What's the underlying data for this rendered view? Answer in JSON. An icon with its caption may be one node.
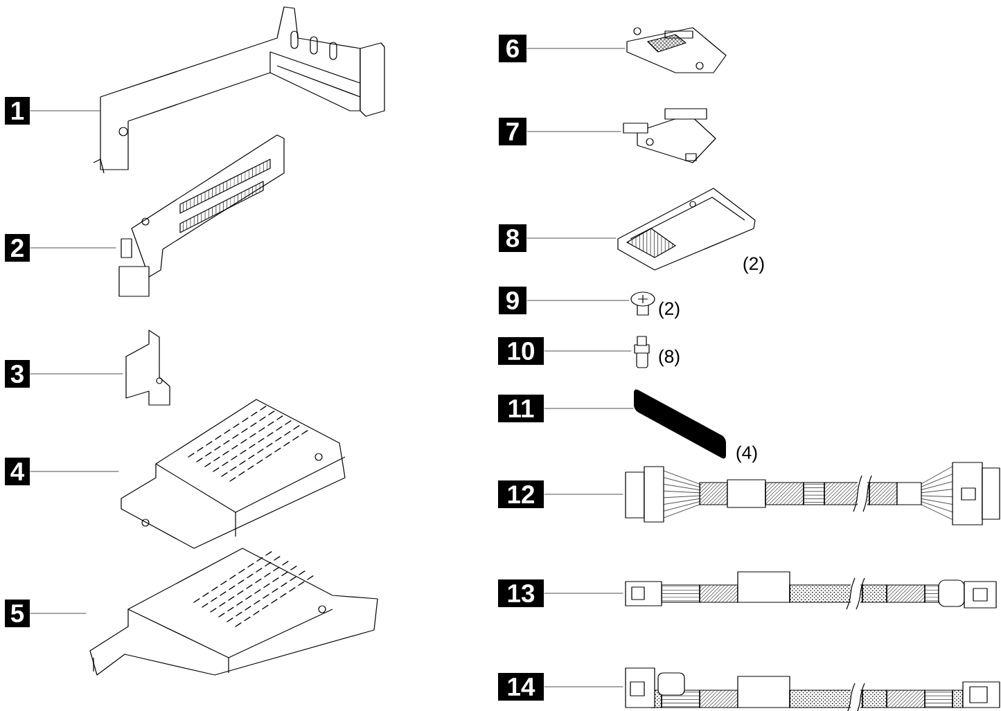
{
  "diagram": {
    "nodes": [
      {
        "text": [
          "1"
        ]
      },
      {
        "text": [
          "2"
        ]
      },
      {
        "text": [
          "3"
        ]
      },
      {
        "text": [
          "4"
        ]
      },
      {
        "text": [
          "5"
        ]
      },
      {
        "text": [
          "6"
        ]
      },
      {
        "text": [
          "7"
        ]
      },
      {
        "text": [
          "8"
        ]
      },
      {
        "text": [
          "9"
        ]
      },
      {
        "text": [
          "10"
        ]
      },
      {
        "text": [
          "11"
        ]
      },
      {
        "text": [
          "12"
        ]
      },
      {
        "text": [
          "13"
        ]
      },
      {
        "text": [
          "14"
        ]
      },
      {
        "text": [],
        "shape": "picture"
      },
      {
        "text": [],
        "shape": "picture"
      },
      {
        "text": [],
        "shape": "picture"
      },
      {
        "text": [],
        "shape": "picture"
      },
      {
        "text": [],
        "shape": "picture"
      },
      {
        "text": [],
        "shape": "picture"
      },
      {
        "text": [],
        "shape": "picture"
      },
      {
        "text": [],
        "shape": "picture",
        "beside": [
          "(2)"
        ]
      },
      {
        "text": [],
        "shape": "picture",
        "beside": [
          "(2)"
        ]
      },
      {
        "text": [],
        "shape": "picture",
        "beside": [
          "(8)"
        ]
      },
      {
        "text": [],
        "shape": "picture",
        "beside": [
          "(4)"
        ]
      },
      {
        "text": [],
        "shape": "picture"
      },
      {
        "text": [],
        "shape": "picture"
      },
      {
        "text": [],
        "shape": "picture"
      }
    ],
    "edges": [
      {
        "from": 0,
        "to": 14,
        "arrow": "none"
      },
      {
        "from": 1,
        "to": 15,
        "arrow": "none"
      },
      {
        "from": 2,
        "to": 16,
        "arrow": "none"
      },
      {
        "from": 3,
        "to": 17,
        "arrow": "none"
      },
      {
        "from": 4,
        "to": 18,
        "arrow": "none"
      },
      {
        "from": 5,
        "to": 19,
        "arrow": "none"
      },
      {
        "from": 6,
        "to": 20,
        "arrow": "none"
      },
      {
        "from": 7,
        "to": 21,
        "arrow": "none"
      },
      {
        "from": 8,
        "to": 22,
        "arrow": "none"
      },
      {
        "from": 9,
        "to": 23,
        "arrow": "none"
      },
      {
        "from": 10,
        "to": 24,
        "arrow": "none"
      },
      {
        "from": 11,
        "to": 25,
        "arrow": "none"
      },
      {
        "from": 12,
        "to": 26,
        "arrow": "none"
      },
      {
        "from": 13,
        "to": 27,
        "arrow": "none"
      }
    ]
  }
}
